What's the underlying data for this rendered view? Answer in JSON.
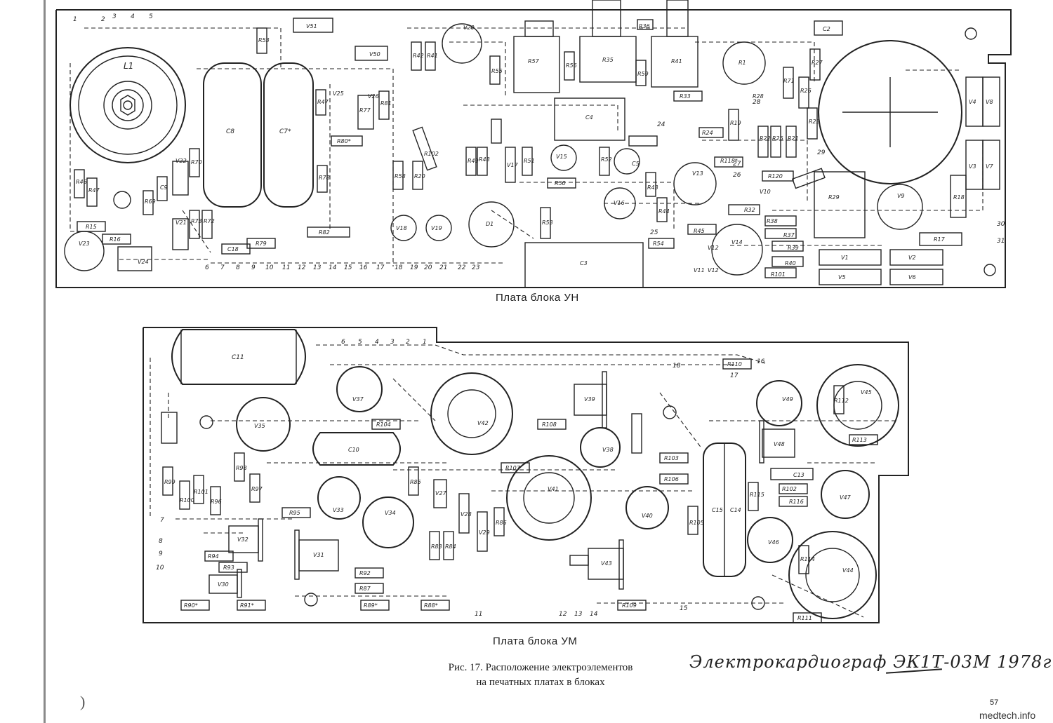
{
  "document": {
    "title": "Электрокардиограф ЭК1Т-03М 1978г",
    "figure_caption_line1": "Рис. 17. Расположение электроэлементов",
    "figure_caption_line2": "на печатных платах в блоках",
    "page_number": "57",
    "watermark": "medtech.info",
    "edge_mark": ")"
  },
  "board_un": {
    "caption": "Плата блока УН",
    "labels": [
      "L1",
      "C8",
      "C7*",
      "R57",
      "R35",
      "R41",
      "R36",
      "R59",
      "C2",
      "R1",
      "V20",
      "V51",
      "V50",
      "R53",
      "R42",
      "R41",
      "R55",
      "R56",
      "R47",
      "V25",
      "V26",
      "R80*",
      "C4",
      "V15",
      "C5",
      "R52",
      "R50",
      "R102",
      "R20",
      "R58",
      "R48",
      "V17",
      "R51",
      "R49",
      "R33",
      "R24",
      "R19",
      "R71",
      "R22",
      "R25",
      "R26",
      "R21",
      "R23",
      "R27",
      "R28",
      "V4",
      "V8",
      "V3",
      "V7",
      "R29",
      "V9",
      "R118*",
      "R120",
      "V10",
      "R32",
      "R38",
      "V13",
      "V14",
      "R37",
      "R39",
      "R40",
      "R101",
      "V1",
      "V5",
      "V2",
      "V6",
      "R17",
      "R18",
      "V11",
      "V12",
      "R45",
      "R54",
      "R44",
      "R43",
      "C3",
      "R53",
      "V16",
      "D1",
      "V18",
      "V19",
      "R82",
      "R79",
      "C18",
      "V24",
      "V23",
      "R15",
      "R16",
      "R73",
      "R70",
      "R72",
      "V21",
      "V22",
      "C9",
      "R46",
      "R47",
      "R69",
      "R78",
      "R81",
      "R77",
      "V12"
    ],
    "connector_numbers": [
      "6",
      "7",
      "8",
      "9",
      "10",
      "11",
      "12",
      "13",
      "14",
      "15",
      "16",
      "17",
      "18",
      "19",
      "20",
      "21",
      "22",
      "23"
    ],
    "side_numbers": [
      "24",
      "25",
      "26",
      "27",
      "28",
      "29",
      "30",
      "31"
    ],
    "top_numbers": [
      "1",
      "2",
      "3",
      "4",
      "5"
    ]
  },
  "board_um": {
    "caption": "Плата блока УМ",
    "labels": [
      "C11",
      "V37",
      "V42",
      "V39",
      "V35",
      "C10",
      "R104",
      "R108",
      "V38",
      "R103",
      "R106",
      "V41",
      "R107",
      "V40",
      "R105",
      "C15",
      "C14",
      "V48",
      "V49",
      "V45",
      "R112",
      "R113",
      "R110",
      "C13",
      "R102",
      "R116",
      "R115",
      "V47",
      "V46",
      "R114",
      "V44",
      "R111",
      "V43",
      "R109",
      "V34",
      "V33",
      "R95",
      "V32",
      "R94",
      "R93",
      "V31",
      "R92",
      "R87",
      "R90*",
      "R91*",
      "V30",
      "R89*",
      "R88*",
      "R97",
      "R98",
      "R99",
      "R100",
      "R101",
      "R96",
      "V28",
      "V29",
      "R85",
      "R86",
      "R83",
      "R84",
      "V27"
    ],
    "connector_numbers": [
      "7",
      "8",
      "9",
      "10",
      "11",
      "12",
      "13",
      "14",
      "15",
      "16",
      "17",
      "18"
    ],
    "top_numbers": [
      "6",
      "5",
      "4",
      "3",
      "2",
      "1"
    ]
  }
}
